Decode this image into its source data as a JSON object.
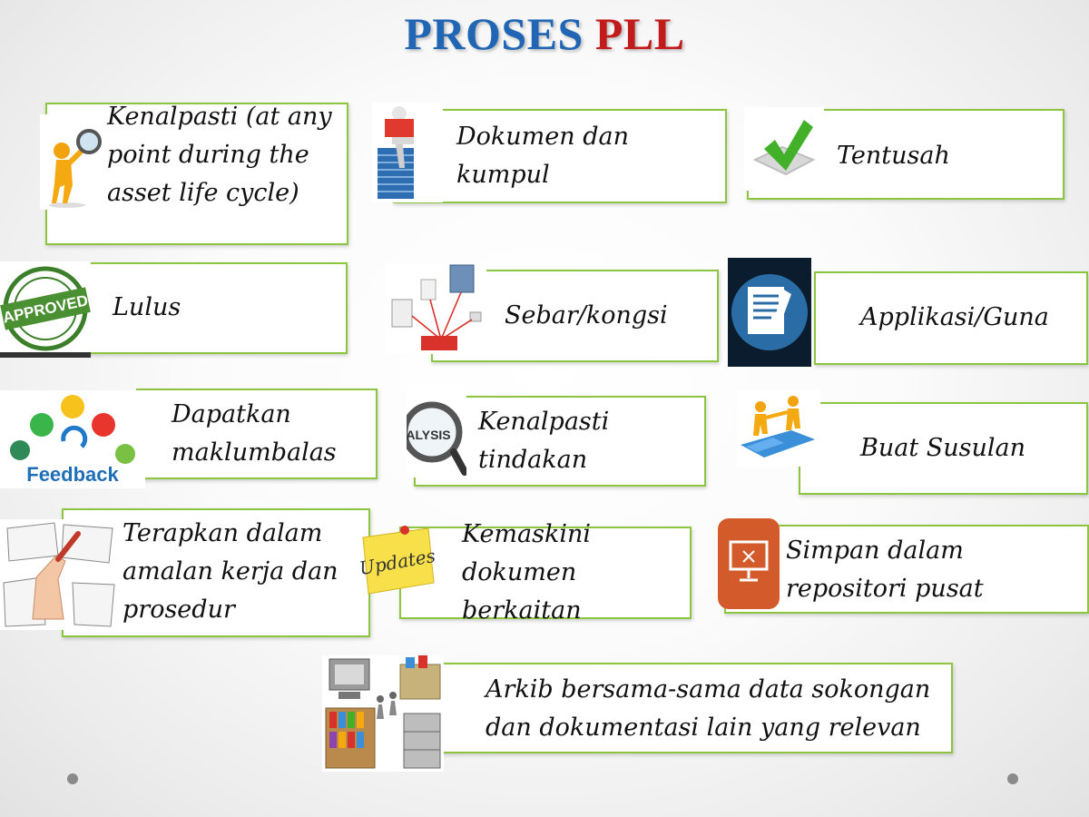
{
  "title": {
    "part1": "PROSES",
    "part2": "PLL"
  },
  "steps": [
    {
      "label": "Kenalpasti (at any point during the asset life cycle)",
      "icon": "magnifying-glass-figure-icon"
    },
    {
      "label": "Dokumen dan kumpul",
      "icon": "reading-on-books-icon"
    },
    {
      "label": "Tentusah",
      "icon": "checkmark-icon"
    },
    {
      "label": "Lulus",
      "icon": "approved-stamp-icon"
    },
    {
      "label": "Sebar/kongsi",
      "icon": "share-network-icon"
    },
    {
      "label": "Applikasi/Guna",
      "icon": "document-pen-icon"
    },
    {
      "label": "Dapatkan maklumbalas",
      "icon": "feedback-icon"
    },
    {
      "label": "Kenalpasti tindakan",
      "icon": "analysis-magnifier-icon"
    },
    {
      "label": "Buat Susulan",
      "icon": "puzzle-figures-icon"
    },
    {
      "label": "Terapkan dalam amalan kerja dan prosedur",
      "icon": "hand-puzzle-icon"
    },
    {
      "label": "Kemaskini dokumen berkaitan",
      "icon": "updates-note-icon"
    },
    {
      "label": "Simpan dalam repositori pusat",
      "icon": "remote-desktop-icon"
    },
    {
      "label": "Arkib bersama-sama data sokongan dan dokumentasi lain yang relevan",
      "icon": "archive-icon"
    }
  ],
  "lines": {
    "s0": [
      "Kenalpasti (at any",
      "point during the",
      "asset life cycle)"
    ],
    "s1": [
      "Dokumen dan",
      "kumpul"
    ],
    "s2": [
      "Tentusah"
    ],
    "s3": [
      "Lulus"
    ],
    "s4": [
      "Sebar/kongsi"
    ],
    "s5": [
      "Applikasi/Guna"
    ],
    "s6": [
      "Dapatkan",
      "maklumbalas"
    ],
    "s7": [
      "Kenalpasti",
      "tindakan"
    ],
    "s8": [
      "Buat Susulan"
    ],
    "s9": [
      "Terapkan dalam",
      "amalan kerja dan",
      "prosedur"
    ],
    "s10": [
      "Kemaskini",
      "dokumen",
      "berkaitan"
    ],
    "s11": [
      "Simpan dalam",
      "repositori pusat"
    ],
    "s12": [
      "Arkib bersama-sama data sokongan",
      "dan dokumentasi lain yang relevan"
    ]
  },
  "icon_text": {
    "approved": "APPROVED",
    "feedback": "Feedback",
    "analysis": "ALYSIS",
    "updates": "Updates"
  },
  "colors": {
    "border": "#8cc63f",
    "title_blue": "#2066b4",
    "title_red": "#c21b1b"
  }
}
